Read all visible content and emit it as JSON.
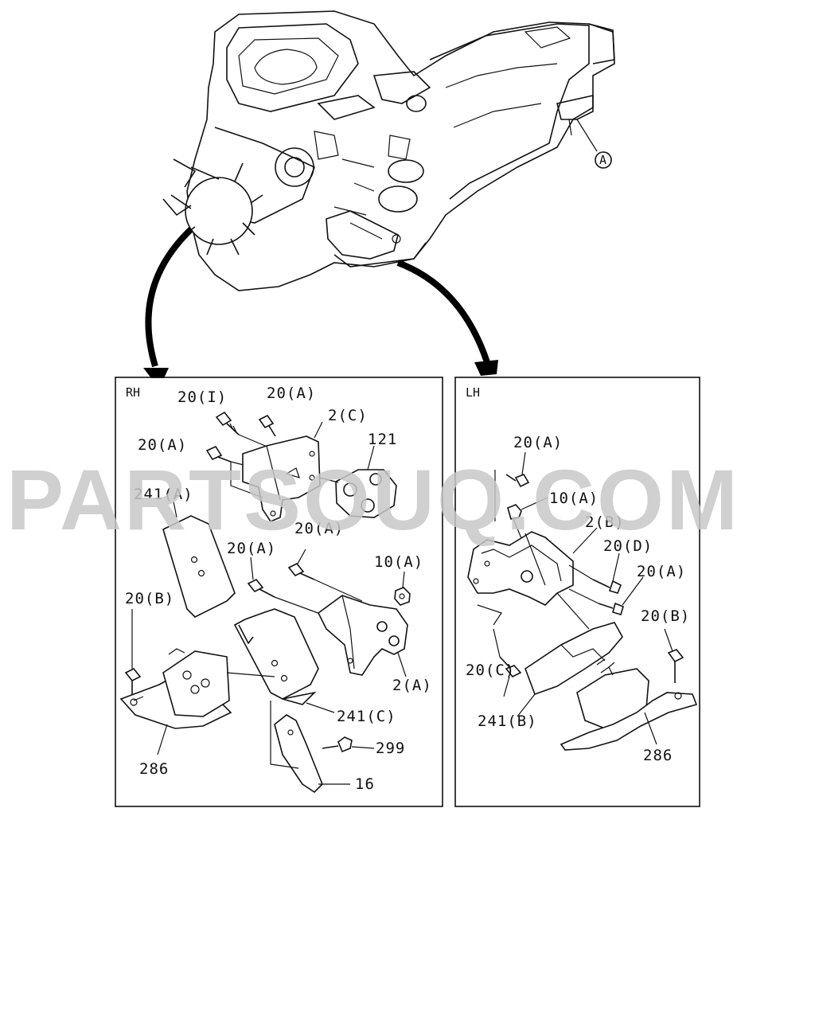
{
  "watermark": "PARTSOUQ.COM",
  "engine": {
    "callout": "A"
  },
  "panels": {
    "rh": {
      "title": "RH",
      "labels": {
        "bolt_20i": "20(I)",
        "bolt_20a_top": "20(A)",
        "bracket_2c": "2(C)",
        "bolt_20a_left": "20(A)",
        "part_121": "121",
        "cover_241a": "241(A)",
        "bolt_20a_mid": "20(A)",
        "bolt_20a_lower": "20(A)",
        "nut_10a": "10(A)",
        "bolt_20b": "20(B)",
        "bracket_2a": "2(A)",
        "cover_241c": "241(C)",
        "screw_299": "299",
        "mount_286": "286",
        "part_16": "16"
      }
    },
    "lh": {
      "title": "LH",
      "labels": {
        "bolt_20a_top": "20(A)",
        "nut_10a": "10(A)",
        "bracket_2b": "2(B)",
        "bolt_20d": "20(D)",
        "bolt_20a_right": "20(A)",
        "bolt_20b": "20(B)",
        "bolt_20c": "20(C)",
        "cover_241b": "241(B)",
        "mount_286": "286"
      }
    }
  }
}
